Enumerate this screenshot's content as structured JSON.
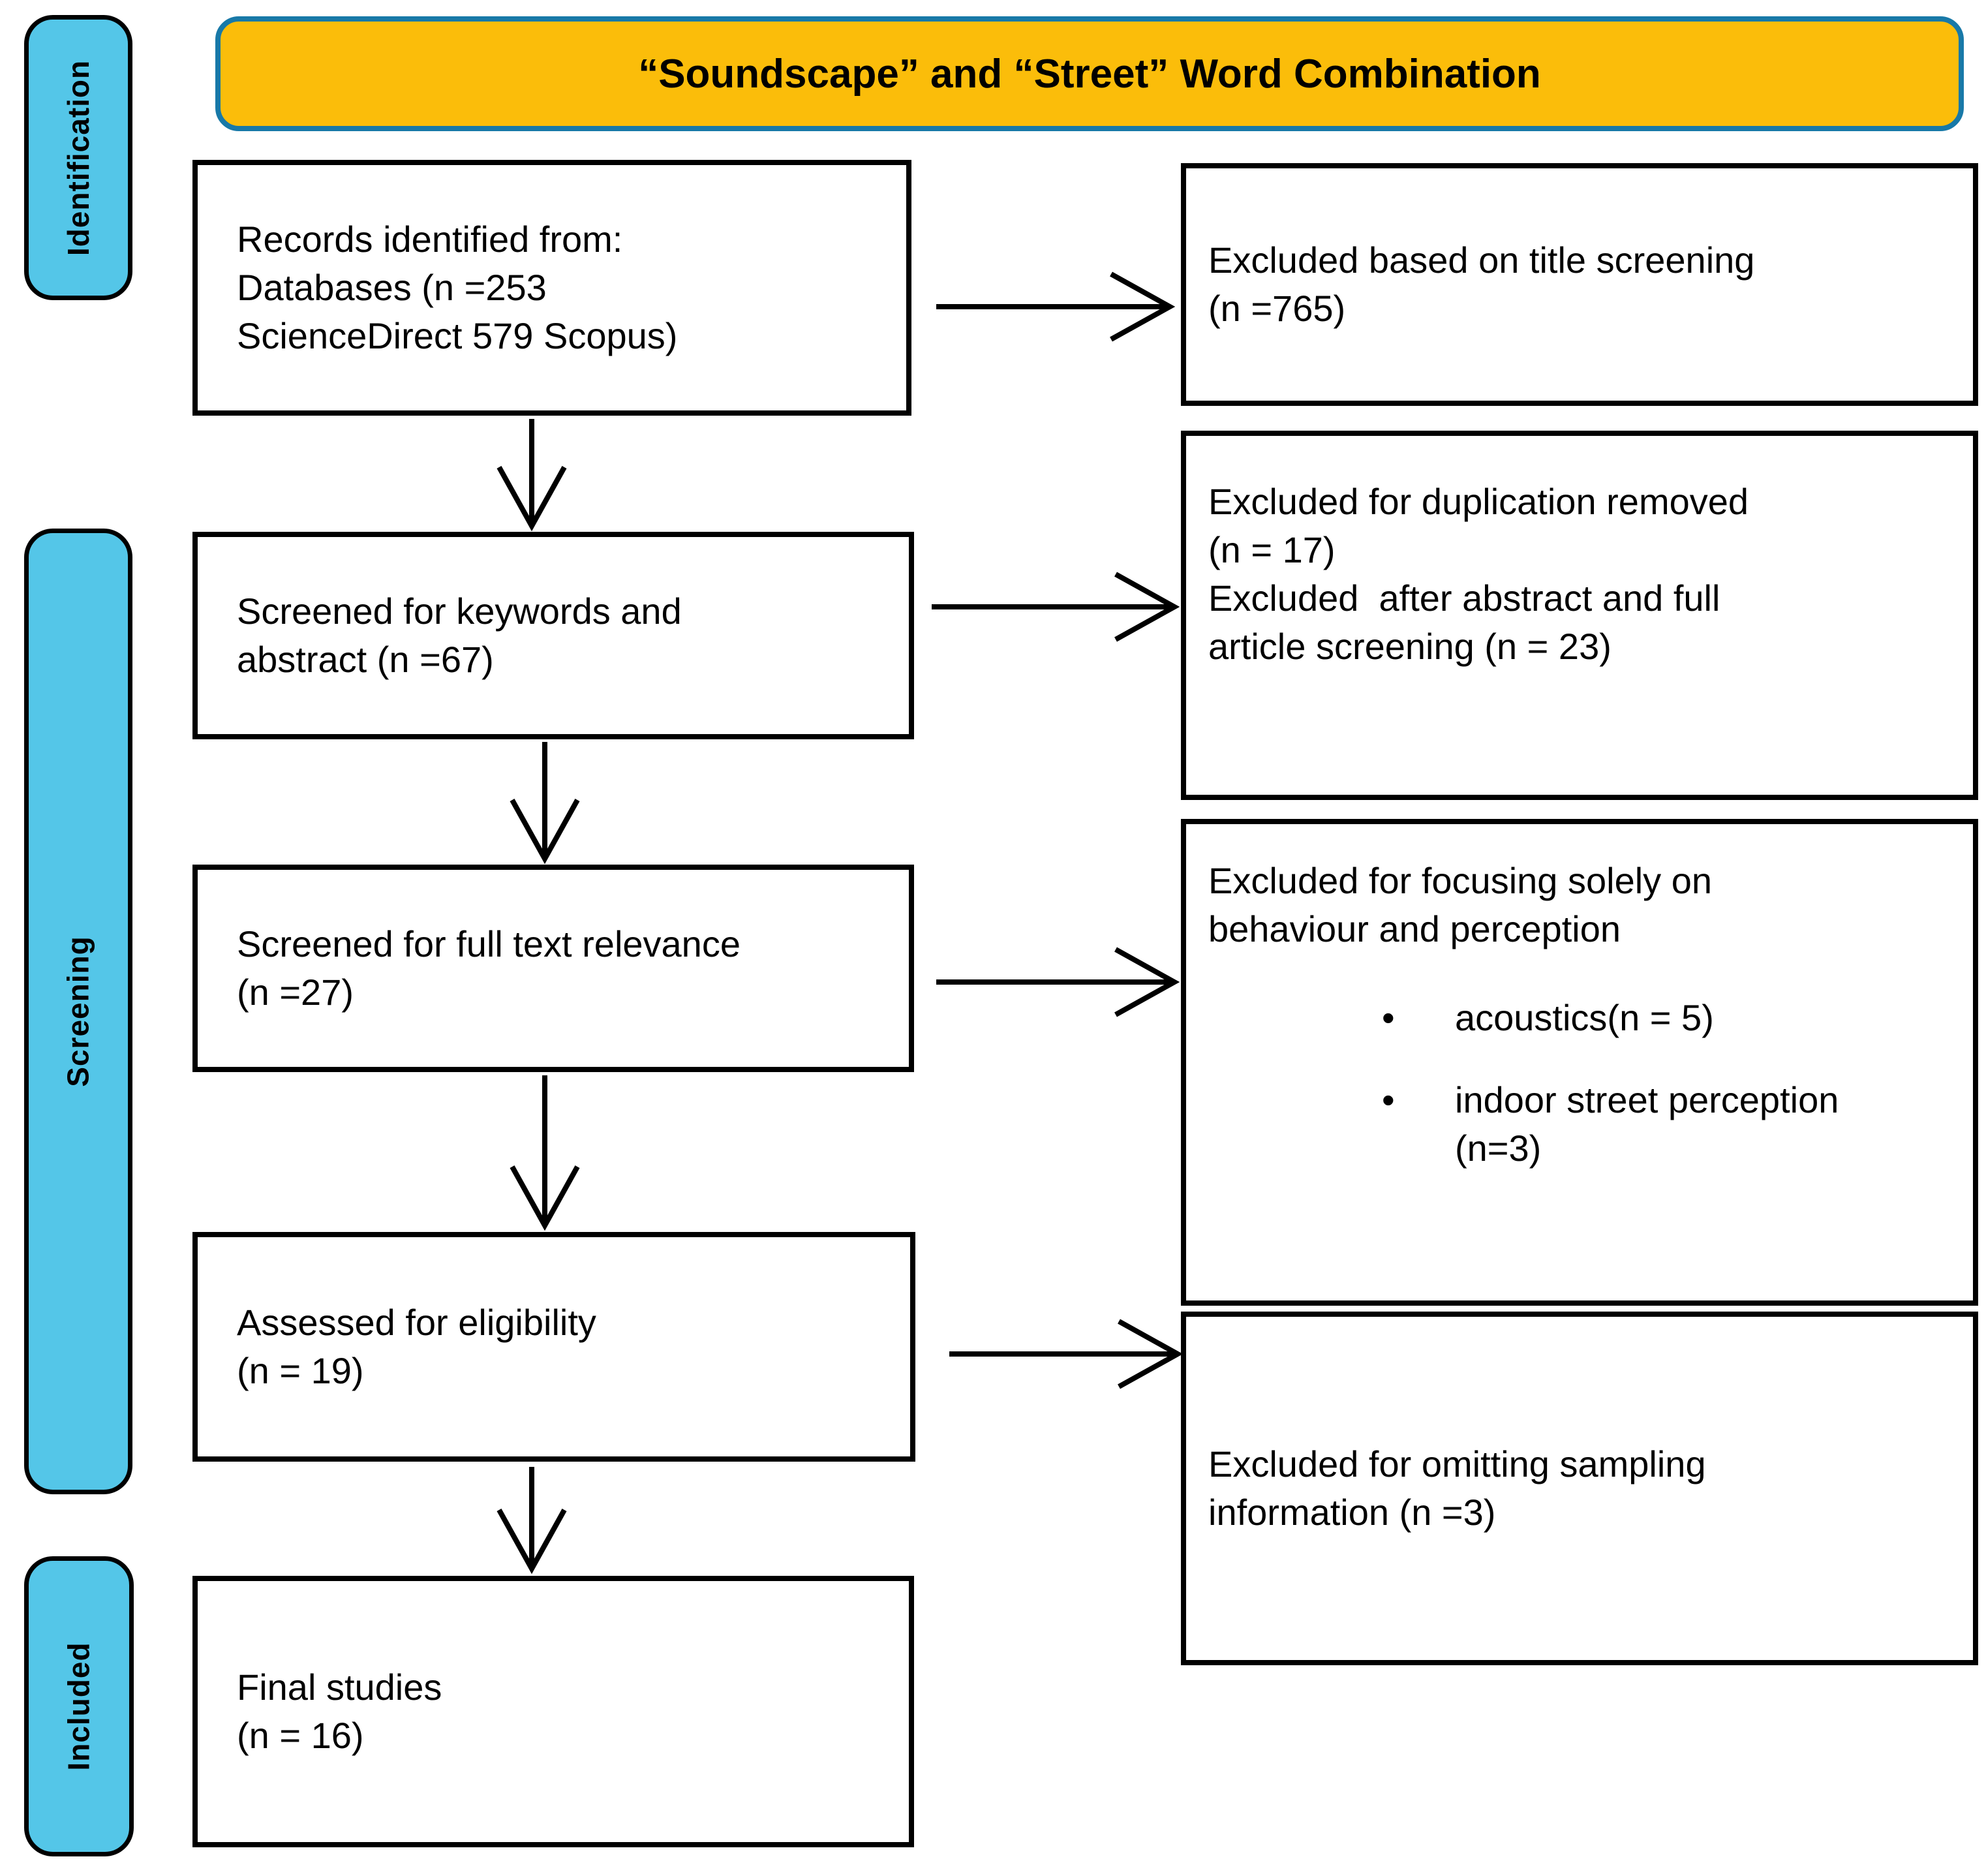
{
  "banner": {
    "title": "“Soundscape” and “Street” Word Combination"
  },
  "stages": {
    "identification": "Identification",
    "screening": "Screening",
    "included": "Included"
  },
  "process_boxes": [
    {
      "id": "records-identified",
      "text": "Records identified from:\nDatabases (n =253\nScienceDirect 579 Scopus)"
    },
    {
      "id": "screened-keywords",
      "text": "Screened for keywords and\nabstract (n =67)"
    },
    {
      "id": "screened-fulltext",
      "text": "Screened for full text relevance\n(n =27)"
    },
    {
      "id": "assessed-eligibility",
      "text": "Assessed for eligibility\n(n = 19)"
    },
    {
      "id": "final-studies",
      "text": "Final studies\n(n = 16)"
    }
  ],
  "exclusion_boxes": [
    {
      "id": "excluded-title-screening",
      "text": "Excluded based on title screening\n(n =765)"
    },
    {
      "id": "excluded-duplication",
      "text": "Excluded for duplication removed\n(n = 17)\nExcluded  after abstract and full\narticle screening (n = 23)"
    },
    {
      "id": "excluded-behaviour-perception",
      "title": "Excluded for focusing solely on\nbehaviour and perception",
      "bullet_glyph": "•",
      "bullets": [
        "acoustics(n = 5)",
        "indoor street perception\n(n=3)"
      ]
    },
    {
      "id": "excluded-sampling",
      "text": "Excluded for omitting sampling\ninformation (n =3)"
    }
  ],
  "colors": {
    "stage_fill": "#54C6E8",
    "banner_fill": "#FBBD0A",
    "banner_border": "#1879A8",
    "box_border": "#000000",
    "arrow": "#000000",
    "text": "#000000",
    "background": "#FFFFFF"
  }
}
